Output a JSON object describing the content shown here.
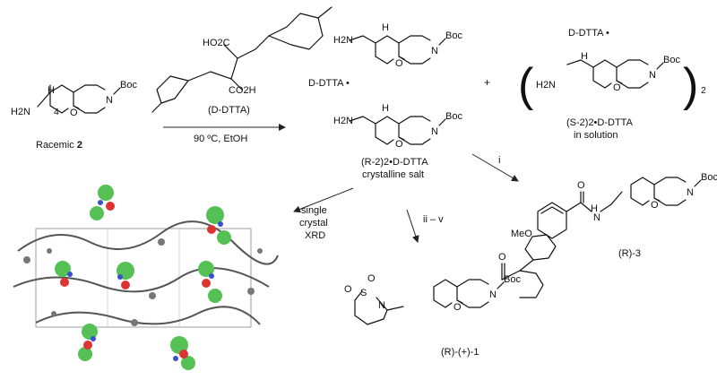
{
  "atoms": {
    "boc": "Boc",
    "n": "N",
    "o": "O",
    "h2n": "H2N",
    "h": "H",
    "h_nh": "H",
    "locant_4": "4",
    "meo": "MeO",
    "s": "S",
    "ho2c": "HO2C",
    "co2h": "CO2H",
    "o_carbonyl": "O"
  },
  "labels": {
    "racemic_prefix": "Racemic ",
    "racemic_number": "2",
    "ddtta_name": "(D-DTTA)",
    "conditions": "90 ºC, EtOH",
    "ddtta_dot_left": "D-DTTA •",
    "ddtta_dot_right": "D-DTTA •",
    "plus": "+",
    "subscript_2": "2",
    "salt_line1": "(R-2)2•D-DTTA",
    "salt_line2": "crystalline salt",
    "sol_line1": "(S-2)2•D-DTTA",
    "sol_line2": "in solution",
    "step_i": "i",
    "step_ii_v": "ii – v",
    "xrd_line1": "single",
    "xrd_line2": "crystal",
    "xrd_line3": "XRD",
    "compound_3": "(R)-3",
    "compound_1": "(R)-(+)-1"
  }
}
